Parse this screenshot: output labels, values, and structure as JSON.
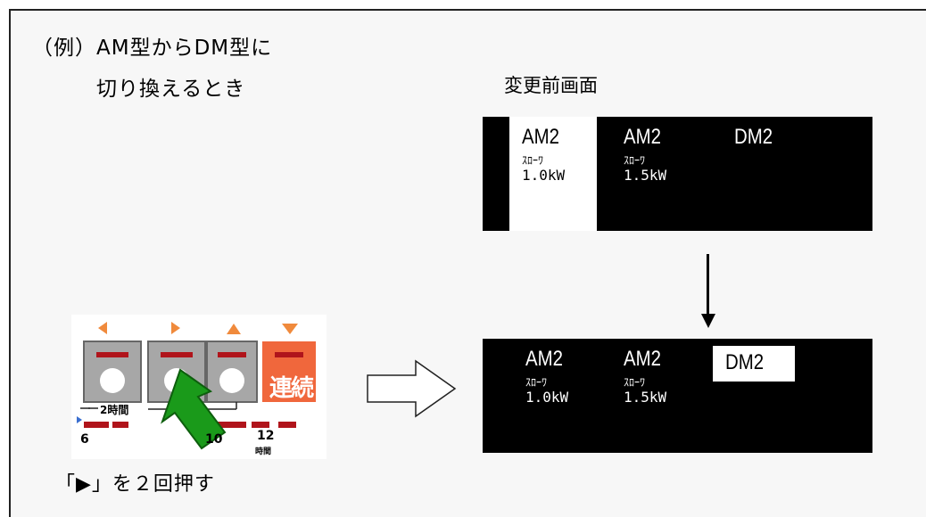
{
  "heading": {
    "line1": "（例）AM型からDM型に",
    "line2": "切り換えるとき"
  },
  "before_label": "変更前画面",
  "screen_before": {
    "cells": [
      {
        "model": "AM2",
        "sub": "ｽﾛｰﾜ",
        "kw": "1.0kW",
        "selected": true
      },
      {
        "model": "AM2",
        "sub": "ｽﾛｰﾜ",
        "kw": "1.5kW",
        "selected": false
      },
      {
        "model": "DM2",
        "sub": "",
        "kw": "",
        "selected": false
      }
    ]
  },
  "screen_after": {
    "cells": [
      {
        "model": "AM2",
        "sub": "ｽﾛｰﾜ",
        "kw": "1.0kW",
        "selected": false
      },
      {
        "model": "AM2",
        "sub": "ｽﾛｰﾜ",
        "kw": "1.5kW",
        "selected": false
      },
      {
        "model": "DM2",
        "sub": "",
        "kw": "",
        "selected": true
      }
    ]
  },
  "panel": {
    "direction_icons": [
      "left-triangle-icon",
      "right-triangle-icon",
      "up-triangle-icon",
      "down-triangle-icon"
    ],
    "continuous_label": "連続",
    "two_hours_label": "2時間",
    "scale_labels": {
      "six": "6",
      "ten": "10",
      "twelve": "12",
      "hours": "時間"
    },
    "colors": {
      "orange": "#f08a3c",
      "button_gray": "#a7a7a7",
      "red_led": "#b0141b",
      "green_arrow": "#1a9a1a"
    }
  },
  "caption": "「▶」を２回押す"
}
